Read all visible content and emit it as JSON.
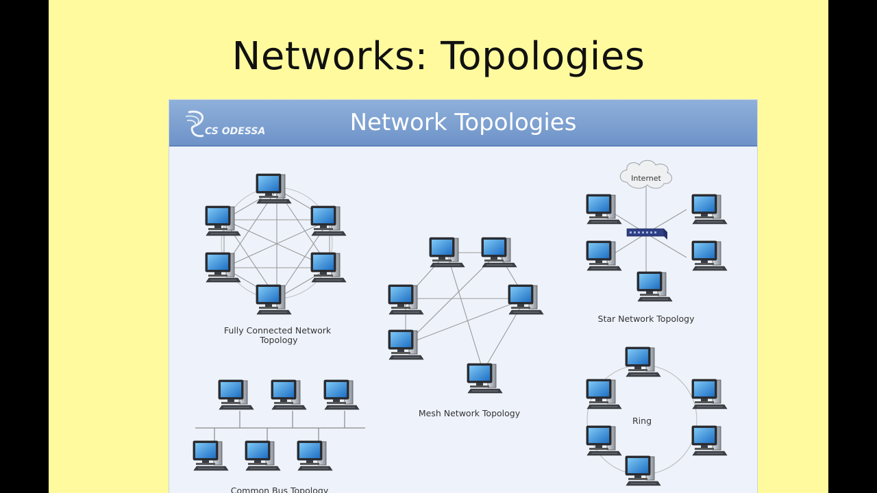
{
  "slide": {
    "title": "Networks: Topologies"
  },
  "banner": {
    "logo_text": "CS ODESSA",
    "title": "Network Topologies"
  },
  "topologies": {
    "fully_connected": {
      "label_line1": "Fully Connected Network",
      "label_line2": "Topology"
    },
    "mesh": {
      "label": "Mesh Network Topology"
    },
    "star": {
      "label": "Star Network Topology",
      "cloud_label": "Internet"
    },
    "ring": {
      "label": "Ring"
    },
    "bus": {
      "label": "Common Bus Topology"
    }
  }
}
